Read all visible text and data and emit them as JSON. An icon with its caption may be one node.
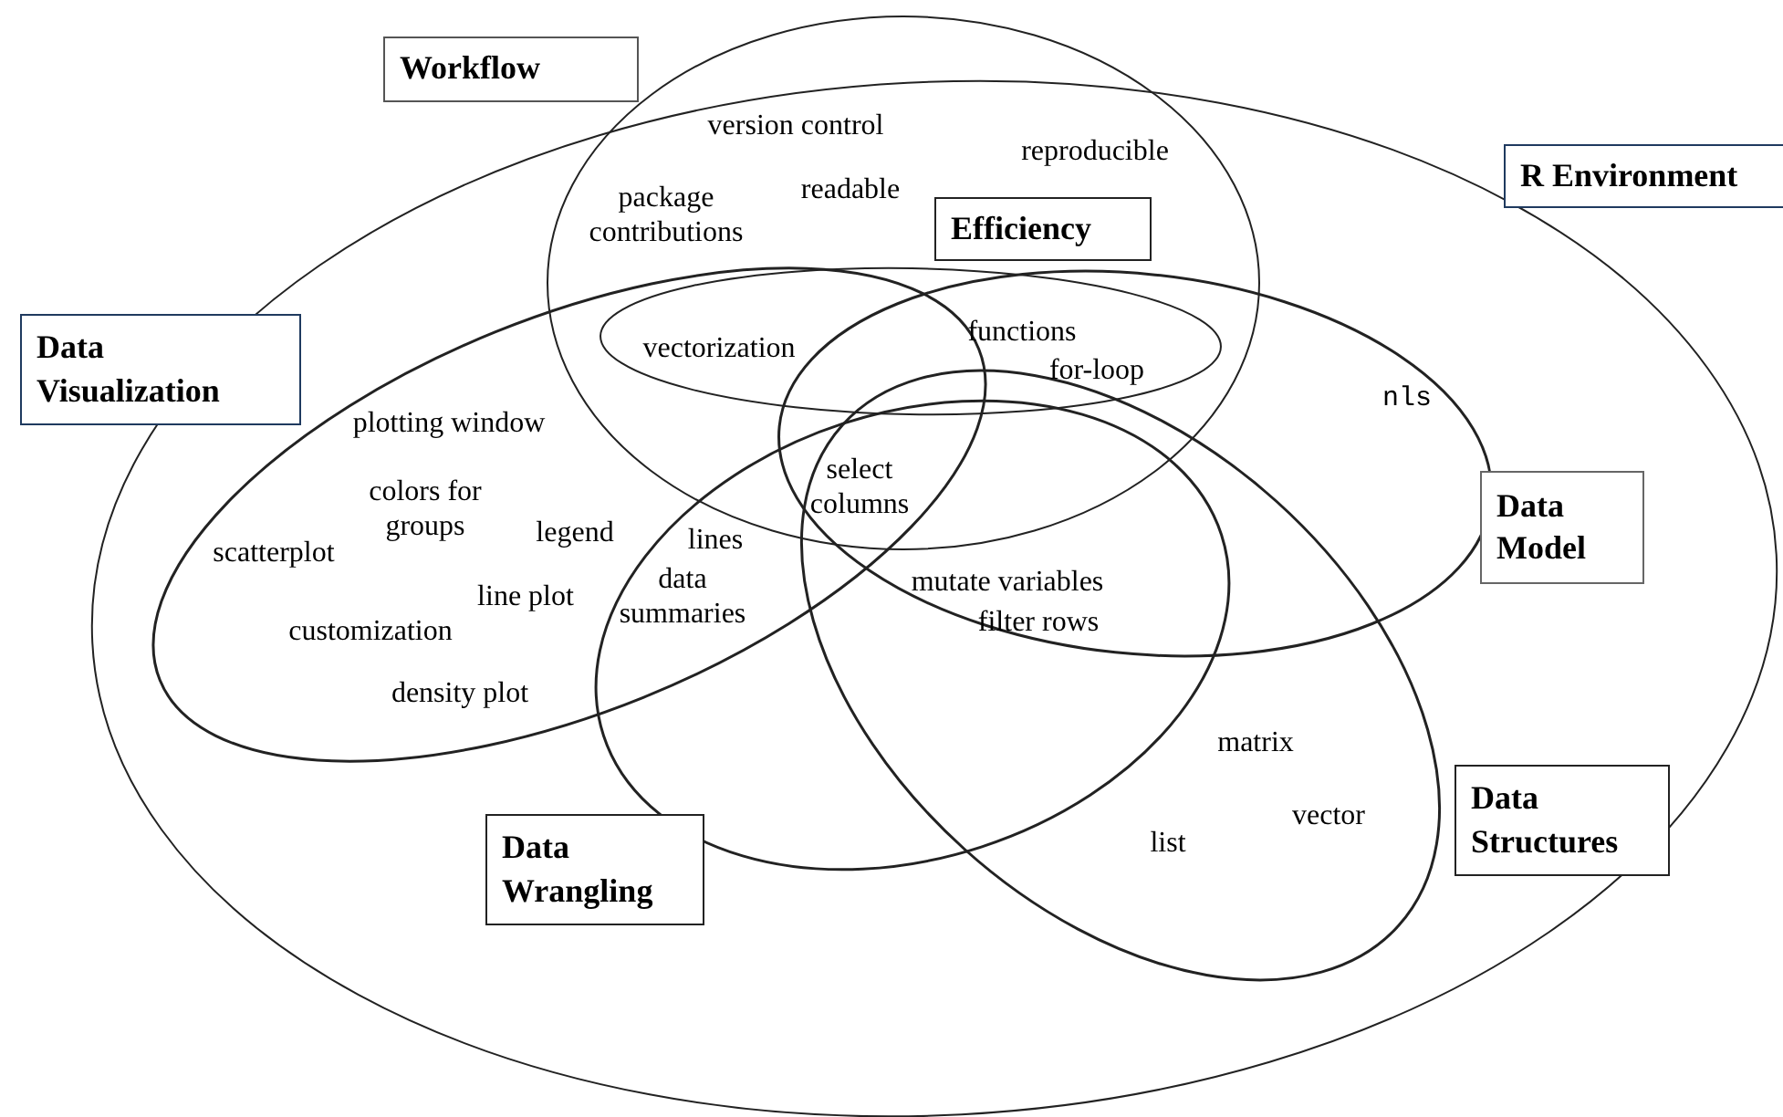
{
  "diagram": {
    "nodes": [
      {
        "text": [
          "Workflow"
        ]
      },
      {
        "text": [
          "R Environment"
        ]
      },
      {
        "text": [
          "Efficiency"
        ]
      },
      {
        "text": [
          "Data Visualization"
        ]
      },
      {
        "text": [
          "Data Model"
        ]
      },
      {
        "text": [
          "Data Wrangling"
        ]
      },
      {
        "text": [
          "Data Structures"
        ]
      }
    ],
    "labels": [
      "version control",
      "reproducible",
      "package contributions",
      "readable",
      "vectorization",
      "functions",
      "for-loop",
      "nls",
      "plotting window",
      "colors for groups",
      "legend",
      "select columns",
      "scatterplot",
      "lines",
      "line plot",
      "mutate variables",
      "data summaries",
      "customization",
      "filter rows",
      "density plot",
      "matrix",
      "vector",
      "list"
    ]
  }
}
